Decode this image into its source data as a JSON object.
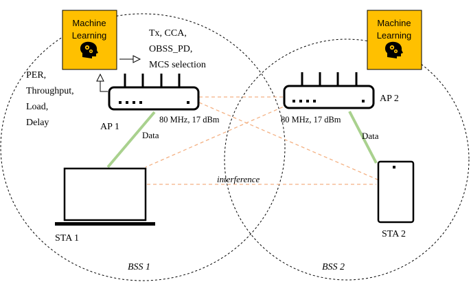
{
  "ml_box_1": {
    "line1": "Machine",
    "line2": "Learning",
    "icon": "brain-gears-icon"
  },
  "ml_box_2": {
    "line1": "Machine",
    "line2": "Learning",
    "icon": "brain-gears-icon"
  },
  "ml_outputs": [
    "Tx, CCA,",
    "OBSS_PD,",
    "MCS selection"
  ],
  "ml_inputs": [
    "PER,",
    "Throughput,",
    "Load,",
    "Delay"
  ],
  "ap1": {
    "label": "AP 1",
    "config": "80 MHz, 17 dBm"
  },
  "ap2": {
    "label": "AP 2",
    "config": "80 MHz, 17 dBm"
  },
  "sta1": {
    "label": "STA 1"
  },
  "sta2": {
    "label": "STA 2"
  },
  "link_labels": {
    "data_1": "Data",
    "data_2": "Data",
    "interference": "interference"
  },
  "bss": {
    "bss1": "BSS 1",
    "bss2": "BSS 2"
  },
  "colors": {
    "ml_box_fill": "#FFC000",
    "data_link": "#A9D18E",
    "interference_link": "#F4B183",
    "outline": "#000000"
  }
}
